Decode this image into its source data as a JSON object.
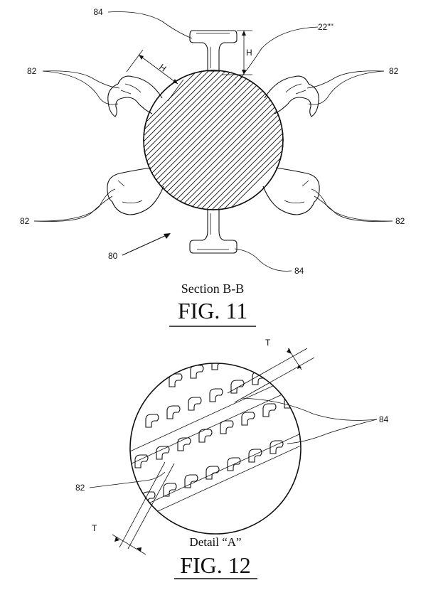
{
  "fig11": {
    "ref_84_top": "84",
    "ref_22": "22\"\"",
    "ref_h": "H",
    "ref_tilde_h": "H",
    "ref_82_top_left": "82",
    "ref_82_top_right": "82",
    "ref_82_bottom_left": "82",
    "ref_82_bottom_right": "82",
    "ref_80": "80",
    "ref_84_bottom": "84",
    "section_label": "Section B-B",
    "figure_label": "FIG. 11"
  },
  "fig12": {
    "ref_t_top": "T",
    "ref_84": "84",
    "ref_82": "82",
    "ref_t_bottom": "T",
    "detail_label": "Detail “A”",
    "figure_label": "FIG. 12"
  }
}
